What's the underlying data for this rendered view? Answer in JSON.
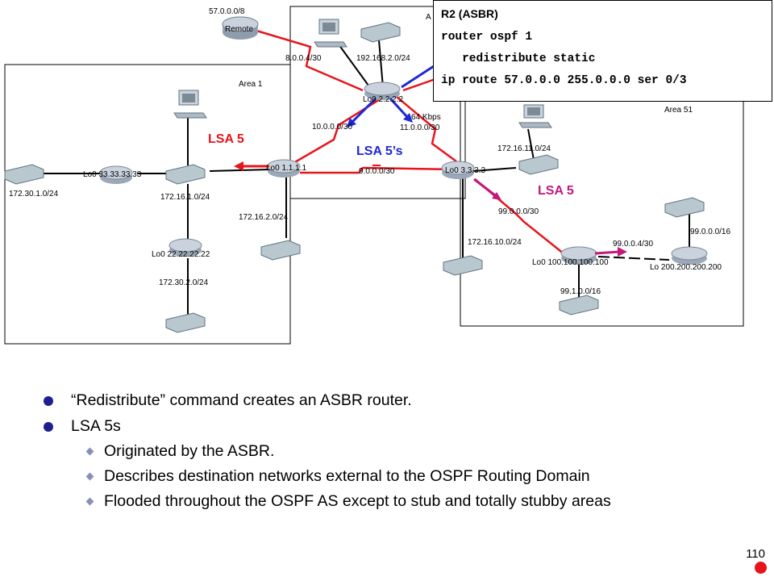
{
  "asbr_box": {
    "title": "R2 (ASBR)",
    "line1": "router ospf 1",
    "line2": "   redistribute static",
    "line3": "ip route 57.0.0.0 255.0.0.0 ser 0/3"
  },
  "areas": {
    "area1": "Area 1",
    "area51": "Area 51",
    "area0_partial": "A"
  },
  "routers": {
    "remote": "Remote",
    "r1": "Lo0 1.1.1.1",
    "r2": "Lo0 2.2.2.2",
    "r3": "Lo0 3.3.3.3",
    "r33": "Lo0 33.33.33.33",
    "r22": "Lo0 22.22.22.22",
    "r100": "Lo0 100.100.100.100",
    "r200": "Lo 200.200.200.200"
  },
  "networks": {
    "n57": "57.0.0.0/8",
    "n8": "8.0.0.4/30",
    "n192": "192.168.2.0/24",
    "n10": "10.0.0.0/30",
    "n11": "11.0.0.0/30",
    "kbps": "64 Kbps",
    "n9": "9.0.0.0/30",
    "n17230_1": "172.30.1.0/24",
    "n17216_1": "172.16.1.0/24",
    "n17216_2": "172.16.2.0/24",
    "n17230_2": "172.30.2.0/24",
    "n17216_11": "172.16.11.0/24",
    "n17216_10": "172.16.10.0/24",
    "n99_0_30": "99.0.0.0/30",
    "n99_4_30": "99.0.0.4/30",
    "n99_16": "99.0.0.0/16",
    "n99_1_16": "99.1.0.0/16"
  },
  "lsa_labels": {
    "left": "LSA 5",
    "middle": "LSA 5’s",
    "right": "LSA 5"
  },
  "colors": {
    "link_red": "#e8141b",
    "lsa_red": "#e8141b",
    "lsa_blue": "#1f28d6",
    "lsa_magenta": "#c2187a",
    "bullet": "#1f1f8f",
    "sub_bullet": "#8a8fb8"
  },
  "bullets": [
    {
      "text": "“Redistribute” command creates an ASBR router.",
      "subs": []
    },
    {
      "text": "LSA 5s",
      "subs": [
        "Originated by the ASBR.",
        "Describes destination networks external to the OSPF Routing Domain",
        "Flooded throughout the OSPF AS except to stub and totally stubby areas"
      ]
    }
  ],
  "page_number": "110"
}
